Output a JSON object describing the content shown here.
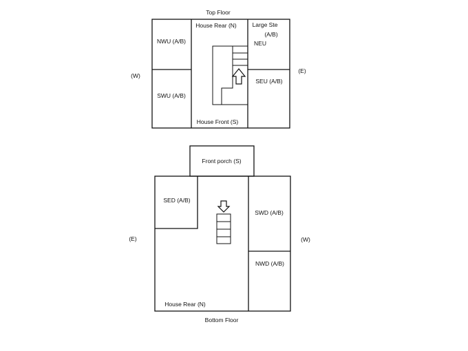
{
  "top_floor": {
    "title": "Top Floor",
    "side_left": "(W)",
    "side_right": "(E)",
    "rooms": {
      "nwu": "NWU (A/B)",
      "swu": "SWU (A/B)",
      "house_rear": "House Rear (N)",
      "house_front": "House Front (S)",
      "large_ste": "Large Ste",
      "large_ste_ab": "(A/B)",
      "neu": "NEU",
      "seu": "SEU (A/B)"
    }
  },
  "bottom_floor": {
    "title": "Bottom Floor",
    "side_left": "(E)",
    "side_right": "(W)",
    "rooms": {
      "front_porch": "Front porch (S)",
      "sed": "SED (A/B)",
      "swd": "SWD (A/B)",
      "nwd": "NWD (A/B)",
      "house_rear": "House Rear (N)"
    }
  },
  "colors": {
    "line": "#111111",
    "paper": "#ffffff"
  }
}
